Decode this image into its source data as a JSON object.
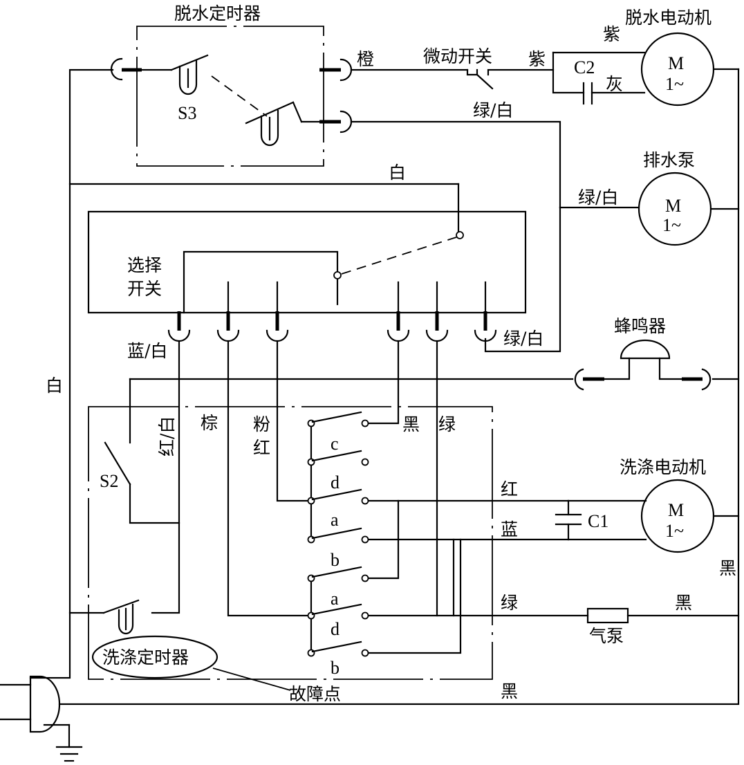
{
  "labels": {
    "spin_timer": "脱水定时器",
    "spin_motor": "脱水电动机",
    "micro_switch": "微动开关",
    "drain_pump": "排水泵",
    "selector_line1": "选择",
    "selector_line2": "开关",
    "buzzer": "蜂鸣器",
    "wash_motor": "洗涤电动机",
    "wash_timer": "洗涤定时器",
    "fault_point": "故障点",
    "air_pump": "气泵"
  },
  "components": {
    "s3": "S3",
    "s2": "S2",
    "c1": "C1",
    "c2": "C2",
    "motor_m": "M",
    "motor_phase": "1~"
  },
  "contacts": {
    "a": "a",
    "b": "b",
    "c": "c",
    "d": "d"
  },
  "wires": {
    "white": "白",
    "orange": "橙",
    "purple": "紫",
    "gray": "灰",
    "green_white": "绿/白",
    "blue_white": "蓝/白",
    "red_white": "红/白",
    "brown": "棕",
    "pink_line1": "粉",
    "pink_line2": "红",
    "black": "黑",
    "green": "绿",
    "red": "红",
    "blue": "蓝"
  }
}
